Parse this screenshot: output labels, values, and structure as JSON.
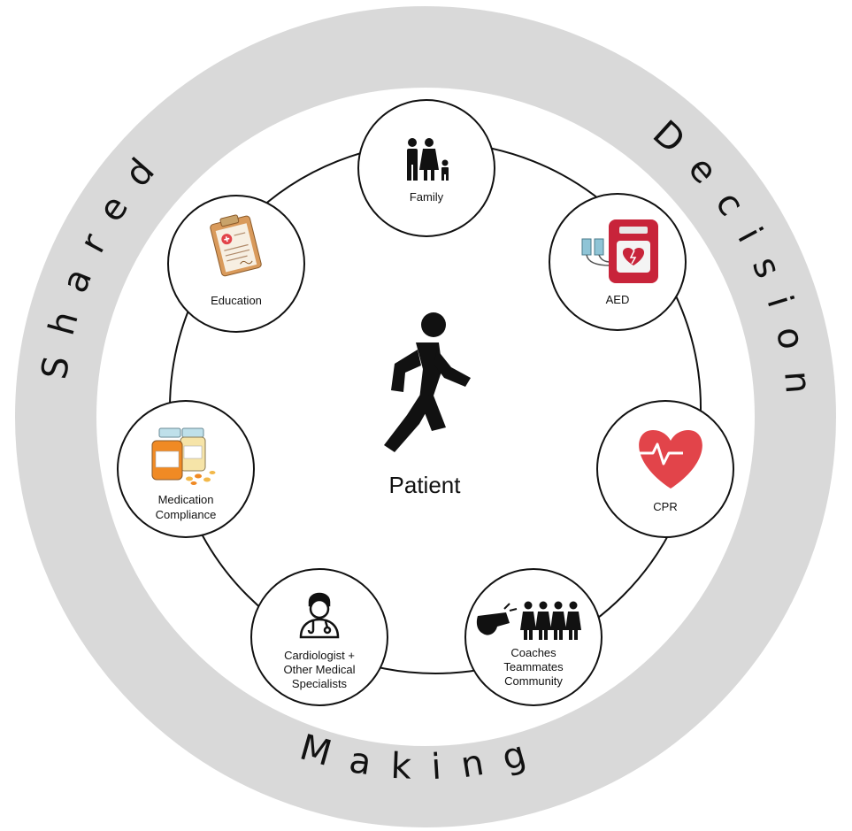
{
  "ring": {
    "word_shared": "Shared",
    "word_decision": "Decision",
    "word_making": "Making"
  },
  "center": {
    "label": "Patient",
    "icon": "walking-person-icon"
  },
  "nodes": [
    {
      "id": "family",
      "lines": [
        "Family"
      ],
      "icon": "family-icon"
    },
    {
      "id": "aed",
      "lines": [
        "AED"
      ],
      "icon": "aed-device-icon"
    },
    {
      "id": "cpr",
      "lines": [
        "CPR"
      ],
      "icon": "heartbeat-heart-icon"
    },
    {
      "id": "coaches",
      "lines": [
        "Coaches",
        "Teammates",
        "Community"
      ],
      "icon": "whistle-team-icon"
    },
    {
      "id": "cardiologist",
      "lines": [
        "Cardiologist +",
        "Other Medical",
        "Specialists"
      ],
      "icon": "doctor-icon"
    },
    {
      "id": "medication",
      "lines": [
        "Medication",
        "Compliance"
      ],
      "icon": "pill-bottles-icon"
    },
    {
      "id": "education",
      "lines": [
        "Education"
      ],
      "icon": "clipboard-icon"
    }
  ],
  "colors": {
    "ring": "#d9d9d9",
    "outline": "#111111",
    "heart": "#e2444a",
    "aed_body": "#c8243a",
    "pill_orange": "#f08a24",
    "clipboard": "#d99a5b"
  }
}
